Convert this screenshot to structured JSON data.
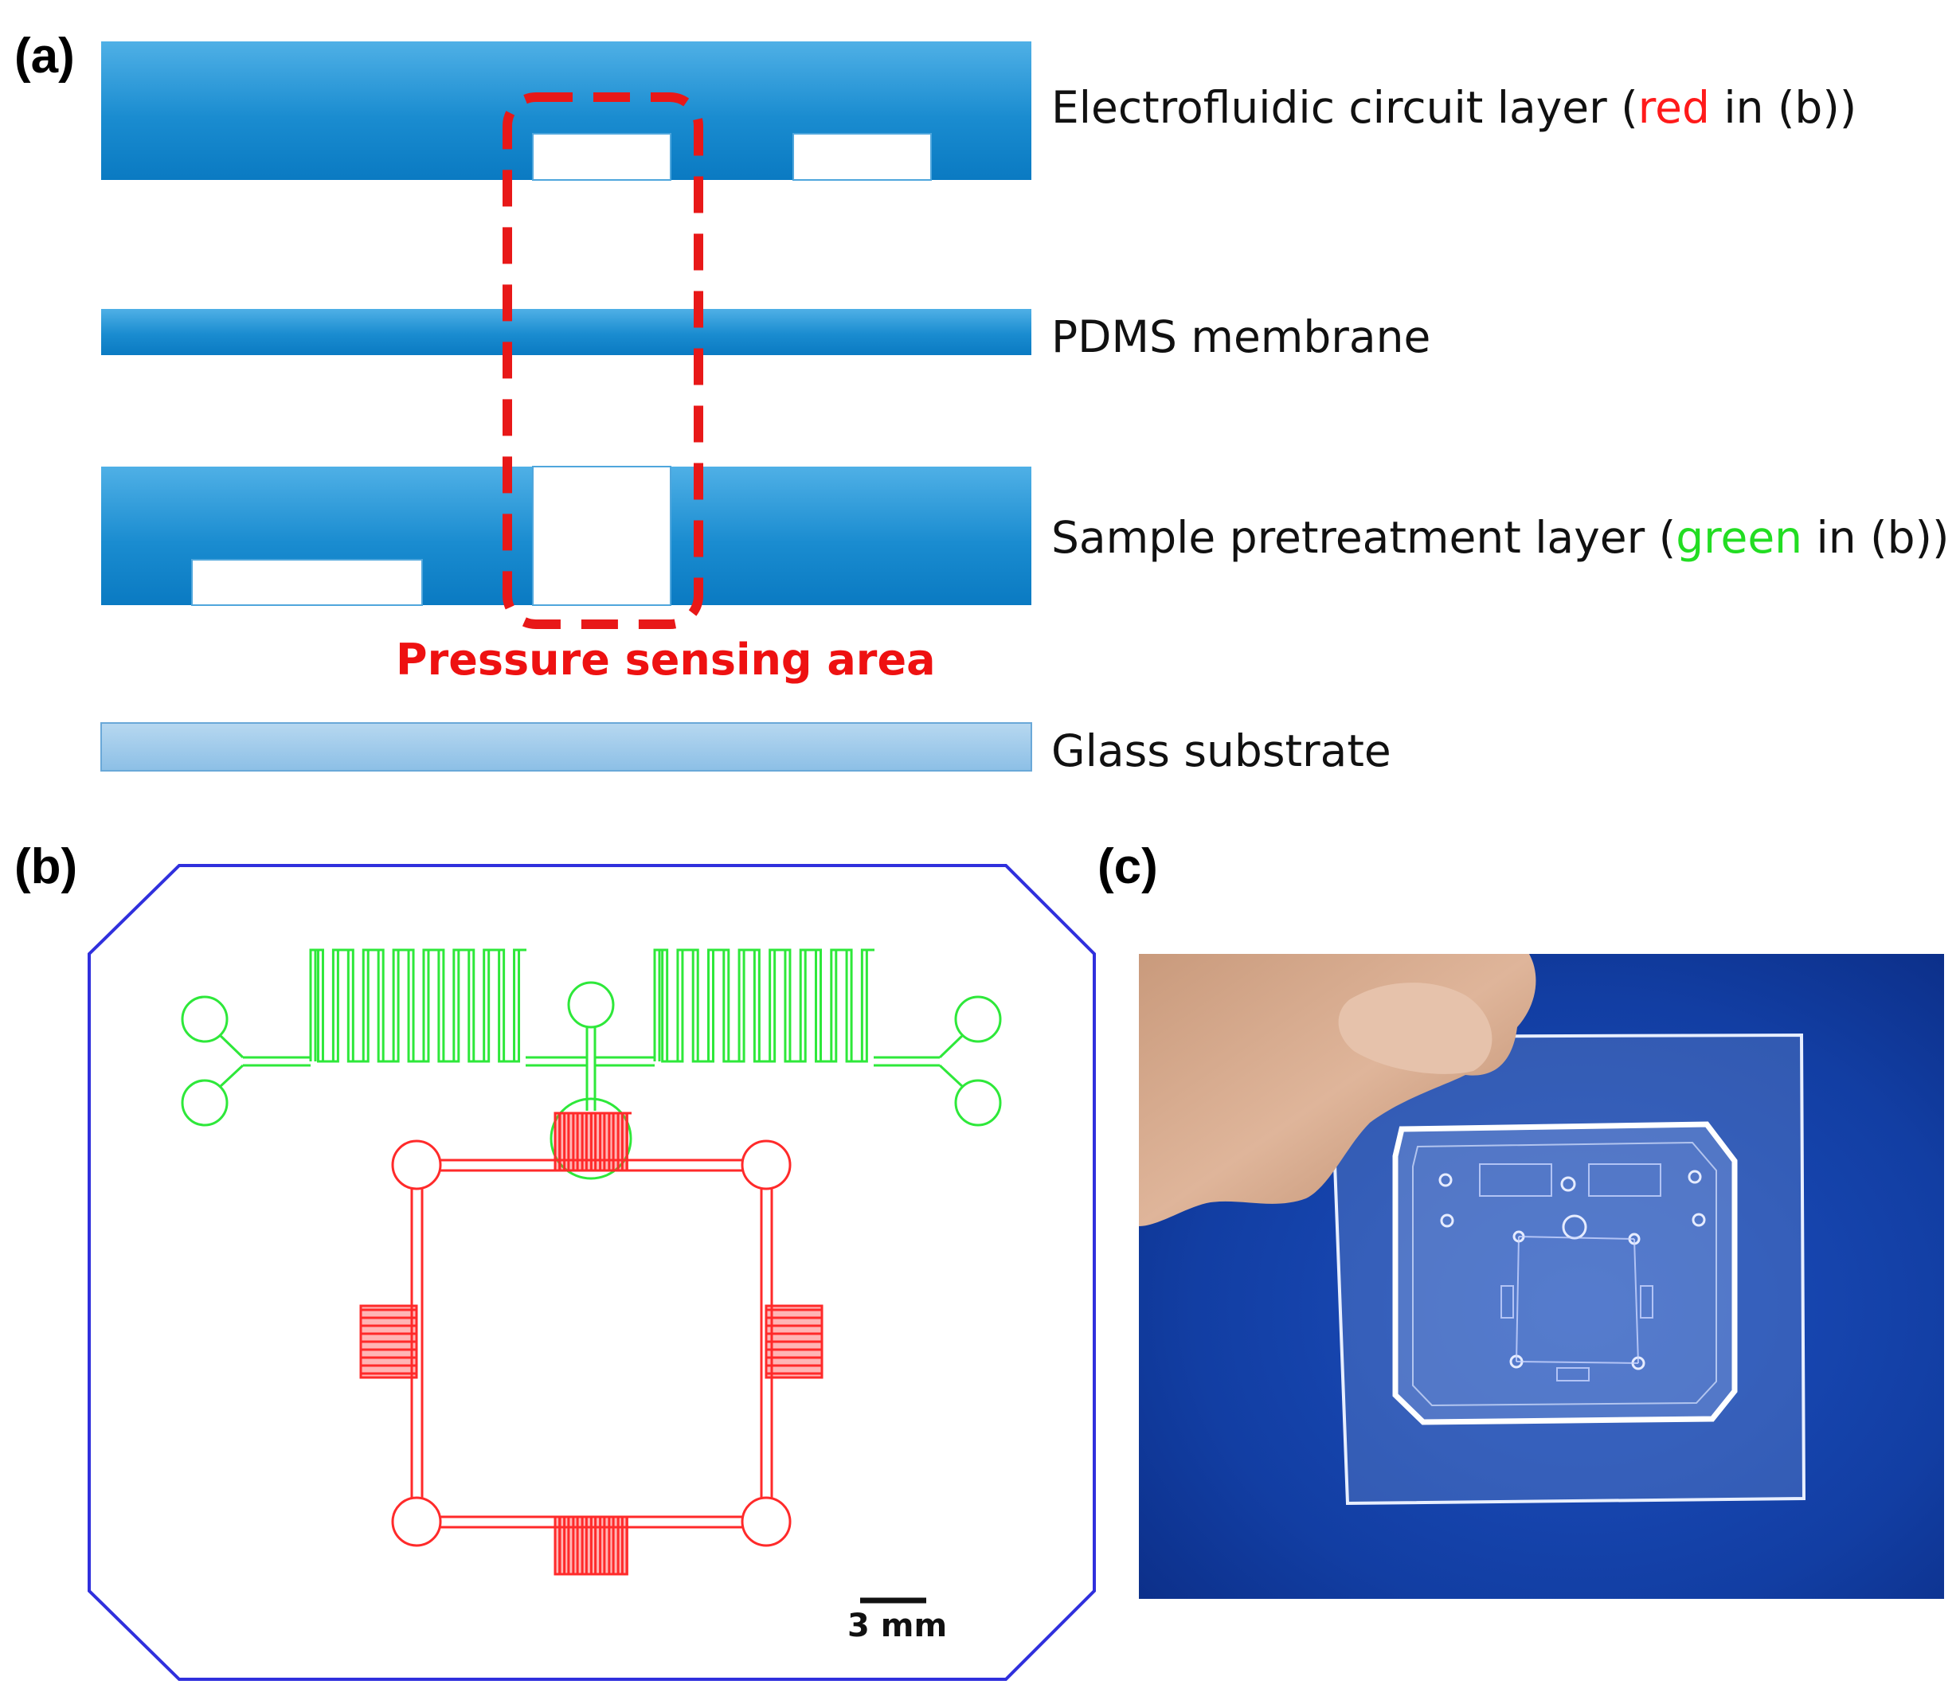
{
  "panels": {
    "a": "(a)",
    "b": "(b)",
    "c": "(c)"
  },
  "layers": {
    "electrofluidic": {
      "pre": "Electrofluidic circuit  layer (",
      "highlight": "red",
      "post": " in (b))"
    },
    "membrane": "PDMS membrane",
    "sample": {
      "pre": "Sample pretreatment layer (",
      "highlight": "green",
      "post": " in (b))"
    },
    "glass": "Glass substrate"
  },
  "pressure_area": "Pressure sensing area",
  "scale_bar": "3 mm",
  "colors": {
    "layer_blue": "#1a8cd0",
    "glass_blue": "#9fc9ea",
    "dashed_red": "#e81818",
    "circuit_red": "#ff2a2a",
    "channel_green": "#2ee83a",
    "outline_blue": "#3030dd",
    "photo_background": "#0b2f8f"
  }
}
